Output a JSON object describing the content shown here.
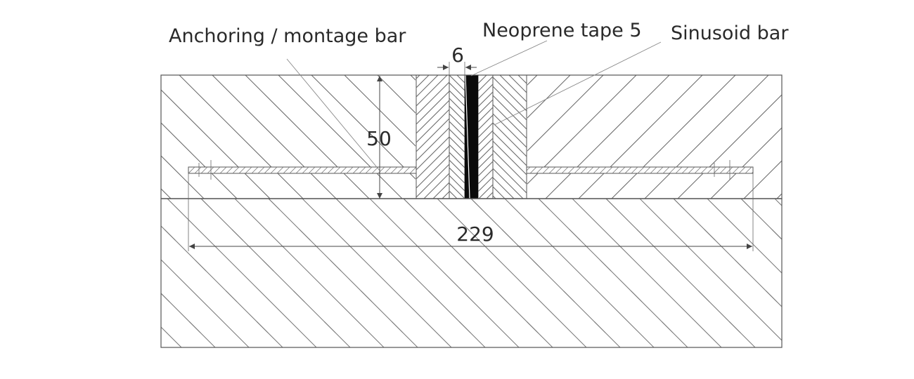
{
  "labels": {
    "anchoring": "Anchoring / montage bar",
    "neoprene": "Neoprene tape 5",
    "sinusoid": "Sinusoid bar"
  },
  "dimensions": {
    "gap": "6",
    "height": "50",
    "width": "229"
  },
  "colors": {
    "line": "#555555",
    "dim_line": "#444444",
    "tape": "#0a0a0a",
    "text": "#2a2a2a",
    "background": "#ffffff"
  }
}
